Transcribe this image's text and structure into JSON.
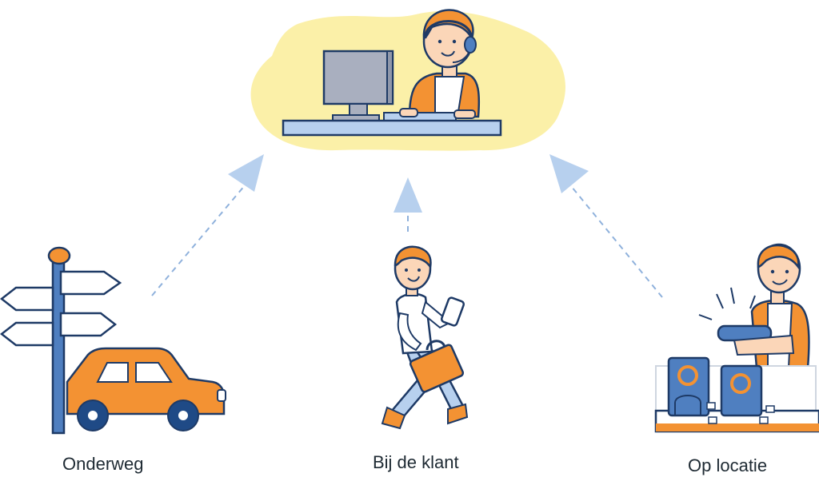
{
  "labels": {
    "onderweg": "Onderweg",
    "bij_de_klant": "Bij de klant",
    "op_locatie": "Op locatie"
  },
  "colors": {
    "orange": "#f39233",
    "blue": "#4f7fc0",
    "dark_blue": "#1f4a86",
    "light_blue": "#b7d0ee",
    "cloud_yellow": "#fbf0a8",
    "outline": "#1e3a66",
    "skin": "#fbd6b8"
  },
  "icons": [
    "cloud-helpdesk-icon",
    "signpost-icon",
    "car-icon",
    "walking-man-icon",
    "phone-icon",
    "briefcase-icon",
    "equipment-icon",
    "arrow-up-icon"
  ]
}
